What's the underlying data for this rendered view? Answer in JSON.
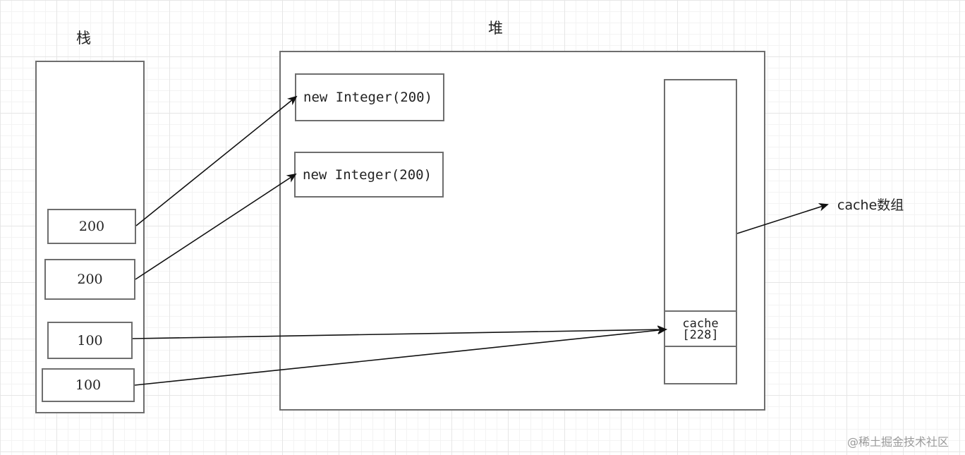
{
  "diagram": {
    "stack_title": "栈",
    "heap_title": "堆",
    "stack_cells": [
      "200",
      "200",
      "100",
      "100"
    ],
    "heap_objects": [
      "new Integer(200)",
      "new Integer(200)"
    ],
    "cache_cell_line1": "cache",
    "cache_cell_line2": "[228]",
    "cache_array_label": "cache数组",
    "watermark": "@稀土掘金技术社区"
  },
  "colors": {
    "line": "#111111",
    "border": "#6e6e6e",
    "grid": "#e6e6e6"
  }
}
